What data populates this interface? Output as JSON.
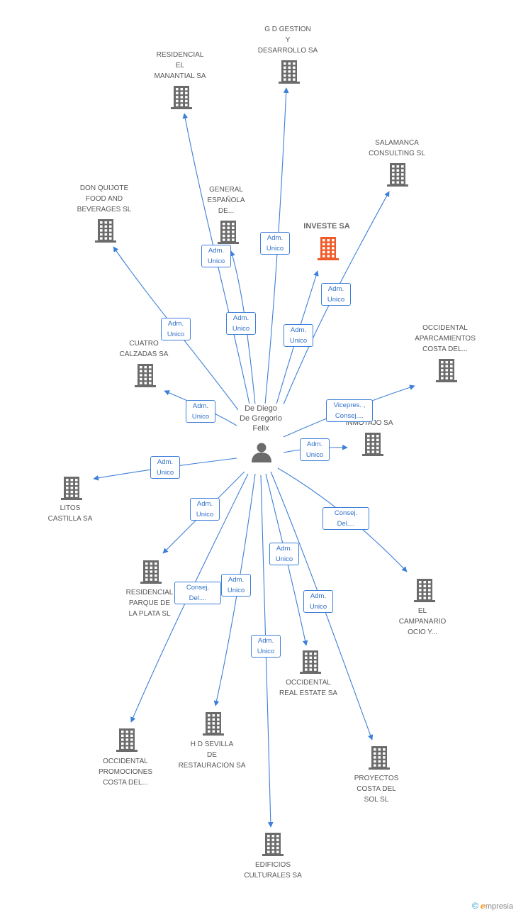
{
  "center": {
    "name": "De Diego\nDe Gregorio\nFelix",
    "icon": "person-icon"
  },
  "colors": {
    "edge": "#3d7fd8",
    "building": "#6b6b6b",
    "highlight": "#f05a28",
    "label": "#555555"
  },
  "companies": [
    {
      "id": "gd-gestion",
      "name": "G D GESTION\nY\nDESARROLLO SA",
      "highlight": false
    },
    {
      "id": "residencial-manantial",
      "name": "RESIDENCIAL\nEL\nMANANTIAL SA",
      "highlight": false
    },
    {
      "id": "salamanca",
      "name": "SALAMANCA\nCONSULTING SL",
      "highlight": false
    },
    {
      "id": "don-quijote",
      "name": "DON QUIJOTE\nFOOD AND\nBEVERAGES  SL",
      "highlight": false
    },
    {
      "id": "general-espanola",
      "name": "GENERAL\nESPAÑOLA\nDE...",
      "highlight": false
    },
    {
      "id": "investe",
      "name": "INVESTE SA",
      "highlight": true
    },
    {
      "id": "occidental-aparcamientos",
      "name": "OCCIDENTAL\nAPARCAMIENTOS\nCOSTA DEL...",
      "highlight": false
    },
    {
      "id": "cuatro-calzadas",
      "name": "CUATRO\nCALZADAS SA",
      "highlight": false
    },
    {
      "id": "inmotajo",
      "name": "INMOTAJO SA",
      "highlight": false
    },
    {
      "id": "litos",
      "name": "LITOS\nCASTILLA SA",
      "highlight": false
    },
    {
      "id": "residencial-plata",
      "name": "RESIDENCIAL\nPARQUE DE\nLA PLATA SL",
      "highlight": false
    },
    {
      "id": "el-campanario",
      "name": "EL\nCAMPANARIO\nOCIO Y...",
      "highlight": false
    },
    {
      "id": "occidental-real-estate",
      "name": "OCCIDENTAL\nREAL ESTATE SA",
      "highlight": false
    },
    {
      "id": "occidental-promociones",
      "name": "OCCIDENTAL\nPROMOCIONES\nCOSTA DEL...",
      "highlight": false
    },
    {
      "id": "hd-sevilla",
      "name": "H D SEVILLA\nDE\nRESTAURACION SA",
      "highlight": false
    },
    {
      "id": "proyectos-costa",
      "name": "PROYECTOS\nCOSTA DEL\nSOL SL",
      "highlight": false
    },
    {
      "id": "edificios-culturales",
      "name": "EDIFICIOS\nCULTURALES SA",
      "highlight": false
    }
  ],
  "relations": [
    {
      "target": "gd-gestion",
      "label": "Adm.\nUnico"
    },
    {
      "target": "residencial-manantial",
      "label": "Adm.\nUnico"
    },
    {
      "target": "general-espanola",
      "label": "Adm.\nUnico"
    },
    {
      "target": "investe",
      "label": "Adm.\nUnico"
    },
    {
      "target": "salamanca",
      "label": "Adm.\nUnico"
    },
    {
      "target": "don-quijote",
      "label": "Adm.\nUnico"
    },
    {
      "target": "cuatro-calzadas",
      "label": "Adm.\nUnico"
    },
    {
      "target": "occidental-aparcamientos",
      "label": "Vicepres. ,\nConsej...."
    },
    {
      "target": "inmotajo",
      "label": "Adm.\nUnico"
    },
    {
      "target": "litos",
      "label": "Adm.\nUnico"
    },
    {
      "target": "residencial-plata",
      "label": "Adm.\nUnico"
    },
    {
      "target": "el-campanario",
      "label": "Consej.\nDel...."
    },
    {
      "target": "occidental-promociones",
      "label": "Consej.\nDel...."
    },
    {
      "target": "hd-sevilla",
      "label": "Adm.\nUnico"
    },
    {
      "target": "occidental-real-estate",
      "label": "Adm.\nUnico"
    },
    {
      "target": "proyectos-costa",
      "label": "Adm.\nUnico"
    },
    {
      "target": "edificios-culturales",
      "label": "Adm.\nUnico"
    }
  ],
  "brand": {
    "copyright": "©",
    "initial": "e",
    "name": "mpresia"
  }
}
